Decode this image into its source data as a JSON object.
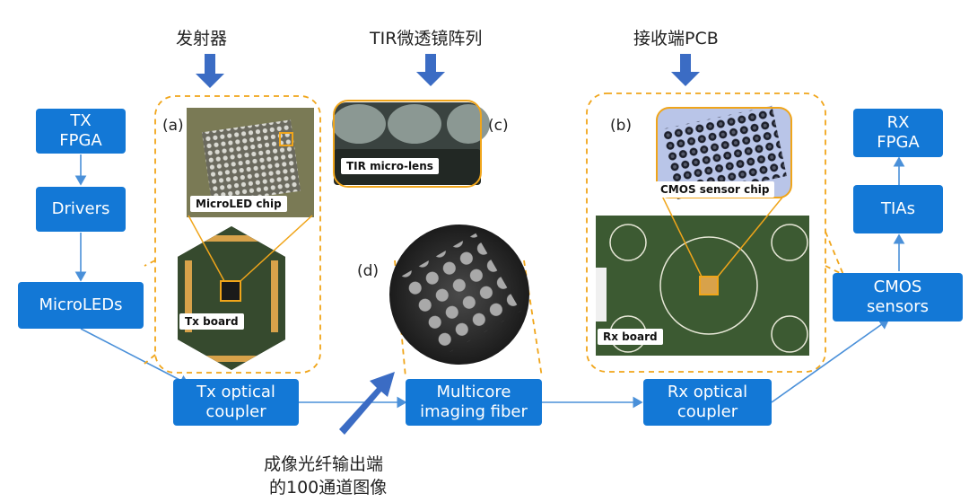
{
  "labels": {
    "emitter": "发射器",
    "tir_array": "TIR微透镜阵列",
    "rx_pcb": "接收端PCB",
    "fiber_output_line1": "成像光纤输出端",
    "fiber_output_line2": "的100通道图像"
  },
  "panels": {
    "a": "(a)",
    "b": "(b)",
    "c": "(c)",
    "d": "(d)"
  },
  "photo_tags": {
    "microled_chip": "MicroLED chip",
    "tx_board": "Tx board",
    "tir_lens": "TIR micro-lens",
    "cmos_chip": "CMOS sensor chip",
    "rx_board": "Rx board"
  },
  "blocks": {
    "tx_fpga": "TX\nFPGA",
    "drivers": "Drivers",
    "microleds": "MicroLEDs",
    "tx_coupler": "Tx optical\ncoupler",
    "fiber": "Multicore\nimaging fiber",
    "rx_coupler": "Rx optical\ncoupler",
    "cmos": "CMOS\nsensors",
    "tias": "TIAs",
    "rx_fpga": "RX\nFPGA"
  },
  "colors": {
    "block": "#1378d6",
    "dash": "#f0a51a",
    "arrow": "#3b6cc4",
    "line": "#4a90d9"
  }
}
